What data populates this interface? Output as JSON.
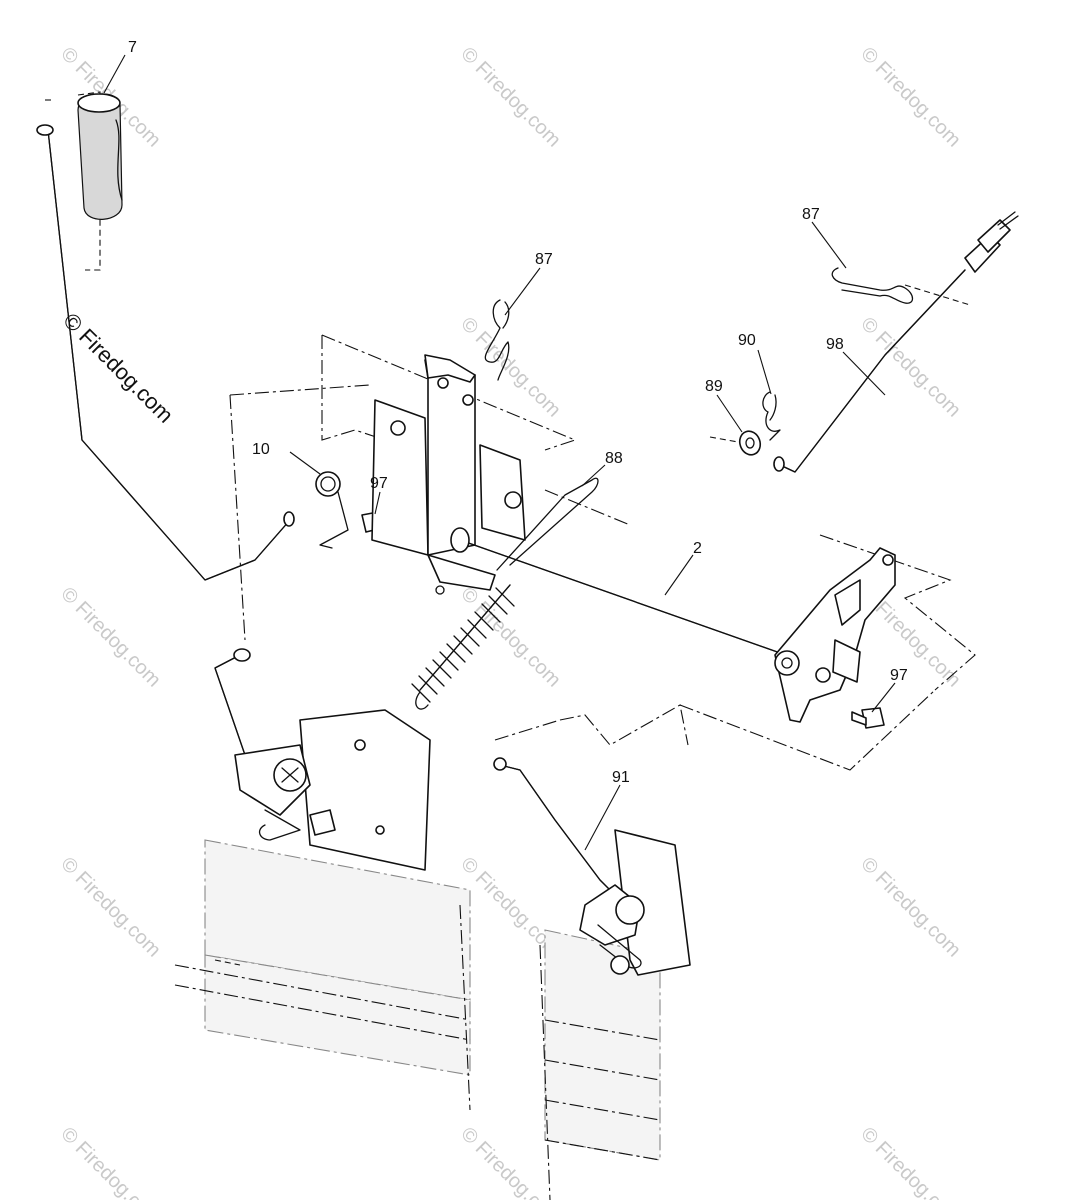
{
  "diagram": {
    "callouts": {
      "c7": "7",
      "c10": "10",
      "c97a": "97",
      "c87a": "87",
      "c88": "88",
      "c2": "2",
      "c97b": "97",
      "c87b": "87",
      "c90": "90",
      "c89": "89",
      "c98": "98",
      "c91": "91"
    },
    "watermark": {
      "text": "© Firedog.com",
      "foreground_text": "© Firedog.com"
    }
  }
}
